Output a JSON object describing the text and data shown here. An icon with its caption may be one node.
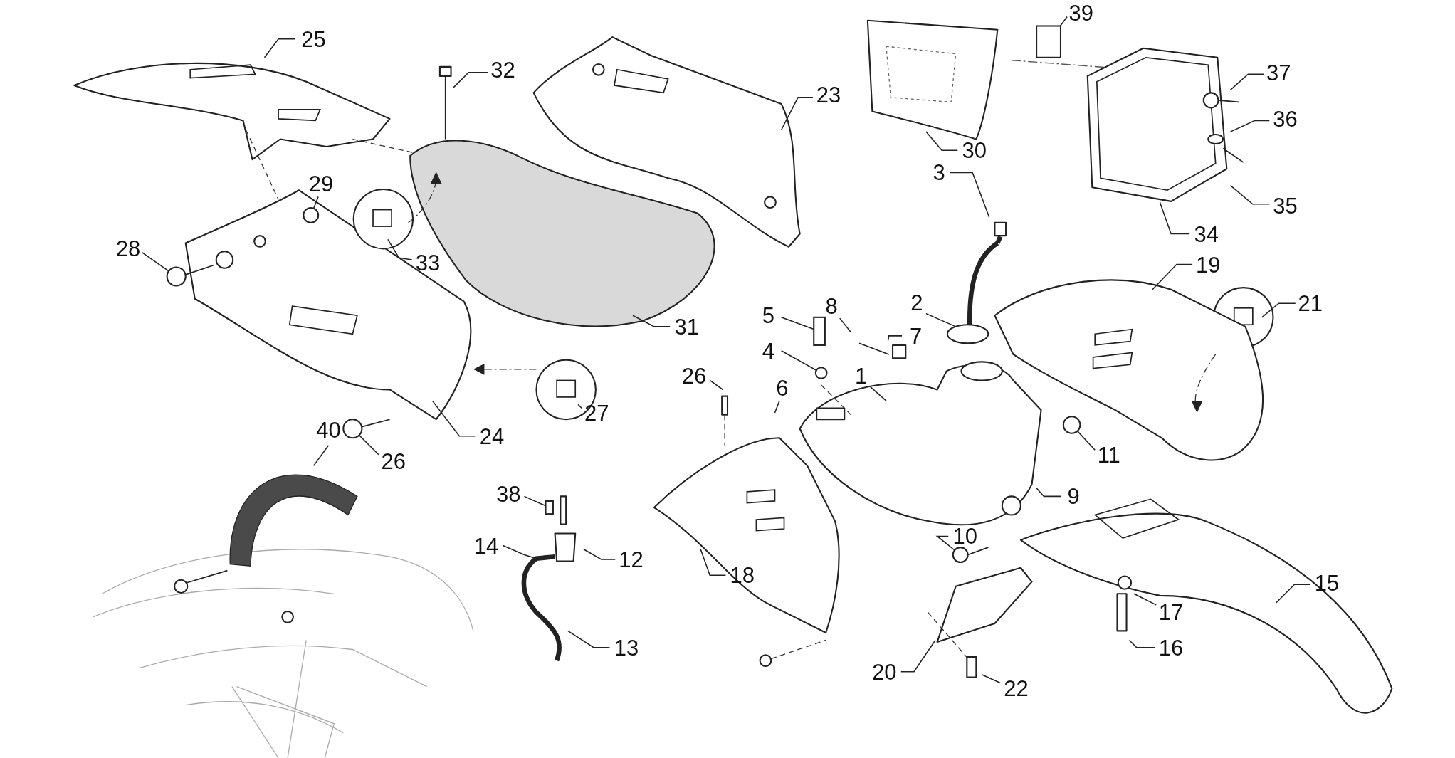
{
  "diagram": {
    "nodes": [
      {
        "text": [
          "25"
        ]
      },
      {
        "text": [
          "32"
        ]
      },
      {
        "text": [
          "23"
        ]
      },
      {
        "text": [
          "39"
        ]
      },
      {
        "text": [
          "30"
        ]
      },
      {
        "text": [
          "37"
        ]
      },
      {
        "text": [
          "36"
        ]
      },
      {
        "text": [
          "35"
        ]
      },
      {
        "text": [
          "34"
        ]
      },
      {
        "text": [
          "3"
        ]
      },
      {
        "text": [
          "19"
        ]
      },
      {
        "text": [
          "21"
        ]
      },
      {
        "text": [
          "2"
        ]
      },
      {
        "text": [
          "29"
        ]
      },
      {
        "text": [
          "28"
        ]
      },
      {
        "text": [
          "33"
        ]
      },
      {
        "text": [
          "31"
        ]
      },
      {
        "text": [
          "5"
        ]
      },
      {
        "text": [
          "8"
        ]
      },
      {
        "text": [
          "7"
        ]
      },
      {
        "text": [
          "4"
        ]
      },
      {
        "text": [
          "26"
        ]
      },
      {
        "text": [
          "6"
        ]
      },
      {
        "text": [
          "1"
        ]
      },
      {
        "text": [
          "11"
        ]
      },
      {
        "text": [
          "27"
        ]
      },
      {
        "text": [
          "24"
        ]
      },
      {
        "text": [
          "26"
        ]
      },
      {
        "text": [
          "40"
        ]
      },
      {
        "text": [
          "9"
        ]
      },
      {
        "text": [
          "38"
        ]
      },
      {
        "text": [
          "12"
        ]
      },
      {
        "text": [
          "14"
        ]
      },
      {
        "text": [
          "18"
        ]
      },
      {
        "text": [
          "10"
        ]
      },
      {
        "text": [
          "15"
        ]
      },
      {
        "text": [
          "17"
        ]
      },
      {
        "text": [
          "16"
        ]
      },
      {
        "text": [
          "13"
        ]
      },
      {
        "text": [
          "20"
        ]
      },
      {
        "text": [
          "22"
        ]
      },
      {
        "text": [],
        "shape": "box"
      },
      {
        "text": [],
        "shape": "circle"
      },
      {
        "text": [],
        "shape": "circle"
      },
      {
        "text": [],
        "shape": "circle"
      },
      {
        "text": [],
        "shape": "box"
      },
      {
        "text": [],
        "shape": "circle"
      },
      {
        "text": [],
        "shape": "box"
      },
      {
        "text": [],
        "shape": "circle"
      },
      {
        "text": [],
        "shape": "circle"
      },
      {
        "text": [],
        "shape": "picture"
      }
    ],
    "edges": [
      {
        "from": 0,
        "to": null,
        "arrow": "none"
      },
      {
        "from": 1,
        "to": null,
        "arrow": "none"
      },
      {
        "from": 2,
        "to": null,
        "arrow": "none"
      },
      {
        "from": 3,
        "to": 41,
        "arrow": "none"
      },
      {
        "from": 4,
        "to": null,
        "arrow": "none"
      },
      {
        "from": 5,
        "to": null,
        "arrow": "none"
      },
      {
        "from": 6,
        "to": null,
        "arrow": "none"
      },
      {
        "from": 7,
        "to": null,
        "arrow": "none"
      },
      {
        "from": 8,
        "to": null,
        "arrow": "none"
      },
      {
        "from": 9,
        "to": null,
        "arrow": "none"
      },
      {
        "from": 10,
        "to": null,
        "arrow": "none"
      },
      {
        "from": 11,
        "to": null,
        "arrow": "none"
      },
      {
        "from": 12,
        "to": null,
        "arrow": "none"
      },
      {
        "from": 13,
        "to": 42,
        "arrow": "none"
      },
      {
        "from": 14,
        "to": 43,
        "arrow": "none"
      },
      {
        "from": 15,
        "to": null,
        "arrow": "none"
      },
      {
        "from": 16,
        "to": null,
        "arrow": "none"
      },
      {
        "from": 17,
        "to": 47,
        "arrow": "none"
      },
      {
        "from": 18,
        "to": null,
        "arrow": "none"
      },
      {
        "from": 19,
        "to": null,
        "arrow": "none"
      },
      {
        "from": 20,
        "to": 48,
        "arrow": "none"
      },
      {
        "from": 21,
        "to": null,
        "arrow": "none"
      },
      {
        "from": 22,
        "to": null,
        "arrow": "none"
      },
      {
        "from": 23,
        "to": null,
        "arrow": "none"
      },
      {
        "from": 24,
        "to": 44,
        "arrow": "none"
      },
      {
        "from": 25,
        "to": null,
        "arrow": "none"
      },
      {
        "from": 26,
        "to": null,
        "arrow": "none"
      },
      {
        "from": 27,
        "to": 49,
        "arrow": "none"
      },
      {
        "from": 28,
        "to": null,
        "arrow": "none"
      },
      {
        "from": 29,
        "to": null,
        "arrow": "none"
      },
      {
        "from": 30,
        "to": 45,
        "arrow": "none"
      },
      {
        "from": 31,
        "to": 50,
        "arrow": "none"
      },
      {
        "from": 32,
        "to": 50,
        "arrow": "none"
      },
      {
        "from": 33,
        "to": null,
        "arrow": "none"
      },
      {
        "from": 34,
        "to": 46,
        "arrow": "none"
      },
      {
        "from": 35,
        "to": null,
        "arrow": "none"
      },
      {
        "from": 36,
        "to": null,
        "arrow": "none"
      },
      {
        "from": 37,
        "to": null,
        "arrow": "none"
      },
      {
        "from": 38,
        "to": 50,
        "arrow": "none"
      },
      {
        "from": 39,
        "to": null,
        "arrow": "none"
      },
      {
        "from": 40,
        "to": null,
        "arrow": "none"
      }
    ]
  }
}
